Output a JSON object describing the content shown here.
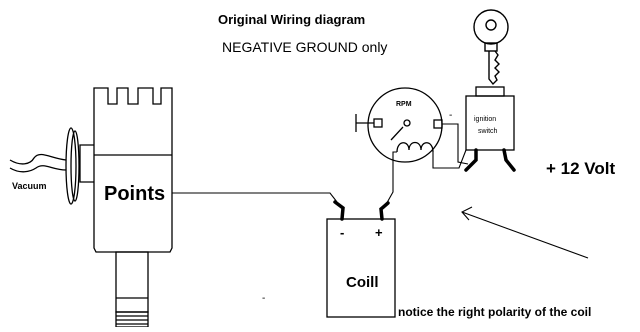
{
  "title": "Original Wiring diagram",
  "subtitle": "NEGATIVE GROUND only",
  "components": {
    "distributor": {
      "label": "Points",
      "vacuum_label": "Vacuum"
    },
    "gauge": {
      "label": "RPM",
      "minus_label": "-"
    },
    "switch": {
      "label_line1": "ignition",
      "label_line2": "switch",
      "key_icon": "key-icon"
    },
    "coil": {
      "label": "Coill",
      "minus_label": "-",
      "plus_label": "+"
    }
  },
  "supply_label": "+ 12 Volt",
  "note": "notice the right polarity of the coil",
  "stray_mark": "-",
  "colors": {
    "line": "#000000",
    "background": "#ffffff"
  }
}
